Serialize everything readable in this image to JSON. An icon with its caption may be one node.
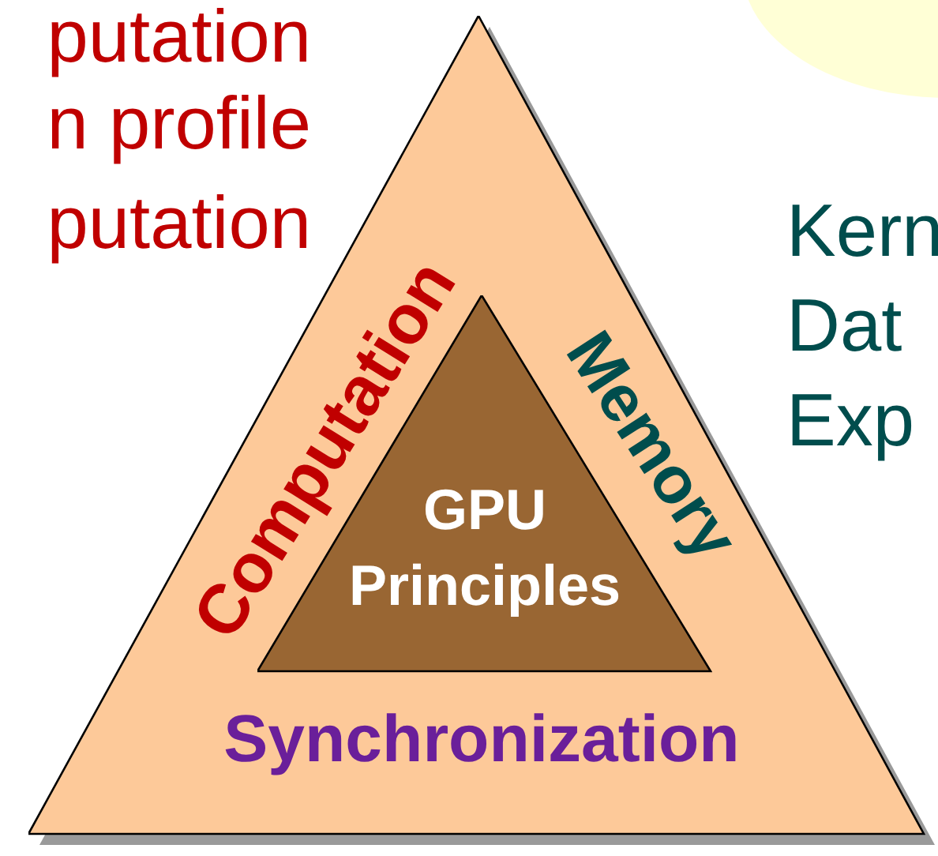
{
  "diagram": {
    "nodes": [
      {
        "text": [
          "Computation",
          "Memory",
          "Synchronization"
        ]
      },
      {
        "text": [
          "GPU Principles"
        ],
        "in": 0
      }
    ],
    "labels": [
      "putation",
      "n profile",
      "putation",
      "Kern",
      "Dat",
      "Exp"
    ]
  }
}
